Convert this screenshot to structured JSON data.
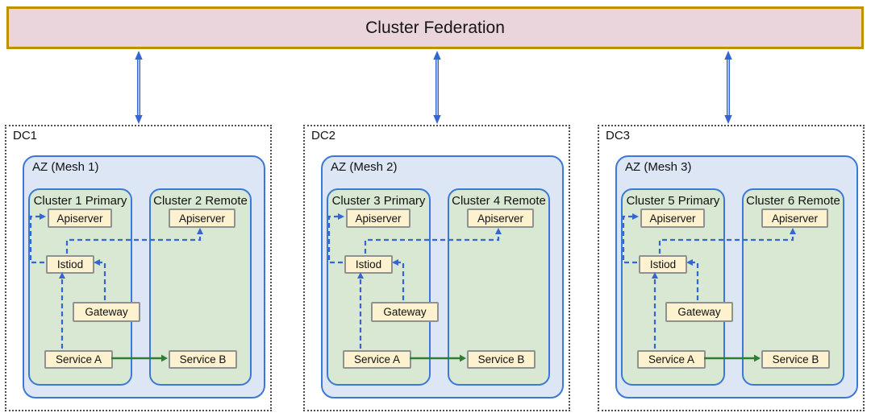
{
  "banner": {
    "label": "Cluster Federation"
  },
  "colors": {
    "banner_fill": "#ead5dd",
    "banner_border": "#bf9000",
    "az_fill": "#dce6f5",
    "az_border": "#3b78d8",
    "cluster_fill": "#d9e8d2",
    "node_fill": "#fdf2cf",
    "node_border": "#8f9190",
    "arrow_blue": "#3465d4",
    "arrow_green": "#2e7d32",
    "dc_border": "#4f4f4f"
  },
  "datacenters": [
    {
      "label": "DC1",
      "az_label": "AZ (Mesh 1)",
      "primary": {
        "title": "Cluster 1 Primary",
        "apiserver": "Apiserver",
        "istiod": "Istiod",
        "gateway": "Gateway",
        "service_a": "Service A"
      },
      "remote": {
        "title": "Cluster 2 Remote",
        "apiserver": "Apiserver",
        "service_b": "Service B"
      }
    },
    {
      "label": "DC2",
      "az_label": "AZ (Mesh 2)",
      "primary": {
        "title": "Cluster 3 Primary",
        "apiserver": "Apiserver",
        "istiod": "Istiod",
        "gateway": "Gateway",
        "service_a": "Service A"
      },
      "remote": {
        "title": "Cluster 4 Remote",
        "apiserver": "Apiserver",
        "service_b": "Service B"
      }
    },
    {
      "label": "DC3",
      "az_label": "AZ (Mesh 3)",
      "primary": {
        "title": "Cluster 5 Primary",
        "apiserver": "Apiserver",
        "istiod": "Istiod",
        "gateway": "Gateway",
        "service_a": "Service A"
      },
      "remote": {
        "title": "Cluster 6 Remote",
        "apiserver": "Apiserver",
        "service_b": "Service B"
      }
    }
  ],
  "arrows": {
    "federation_sync": "bidirectional-sync",
    "istiod_to_local_apiserver": "dashed",
    "istiod_to_remote_apiserver": "dashed",
    "gateway_to_istiod": "dashed",
    "service_a_to_istiod": "dashed",
    "service_a_to_service_b": "solid"
  }
}
